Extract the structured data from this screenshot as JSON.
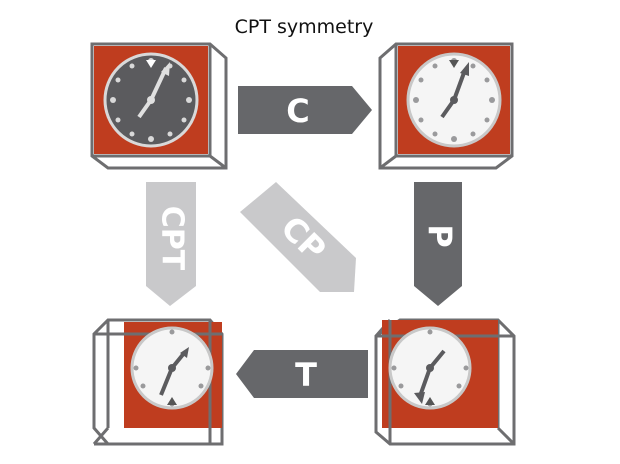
{
  "title": "CPT symmetry",
  "colors": {
    "face": "#bf3d1f",
    "frame": "#6e6e70",
    "dark_arrow": "#66676a",
    "light_arrow": "#c9c9cb",
    "dark_dial": "#5b5b5e",
    "light_dial": "#f5f5f5"
  },
  "operations": [
    {
      "id": "c",
      "label": "C",
      "tone": "dark",
      "direction": "right",
      "connects": [
        "top-left-box",
        "top-right-box"
      ]
    },
    {
      "id": "p",
      "label": "P",
      "tone": "dark",
      "direction": "down",
      "connects": [
        "top-right-box",
        "bottom-right-box"
      ]
    },
    {
      "id": "t",
      "label": "T",
      "tone": "dark",
      "direction": "left",
      "connects": [
        "bottom-right-box",
        "bottom-left-box"
      ]
    },
    {
      "id": "cp",
      "label": "CP",
      "tone": "light",
      "direction": "down-right",
      "connects": [
        "top-left-box",
        "bottom-right-box"
      ]
    },
    {
      "id": "cpt",
      "label": "CPT",
      "tone": "light",
      "direction": "down",
      "connects": [
        "top-left-box",
        "bottom-left-box"
      ]
    }
  ],
  "boxes": [
    {
      "id": "top-left-box",
      "dial": "dark",
      "perspective": "back-right-down"
    },
    {
      "id": "top-right-box",
      "dial": "light",
      "perspective": "back-left-down"
    },
    {
      "id": "bottom-right-box",
      "dial": "light",
      "perspective": "front-left"
    },
    {
      "id": "bottom-left-box",
      "dial": "light",
      "perspective": "front-right"
    }
  ]
}
